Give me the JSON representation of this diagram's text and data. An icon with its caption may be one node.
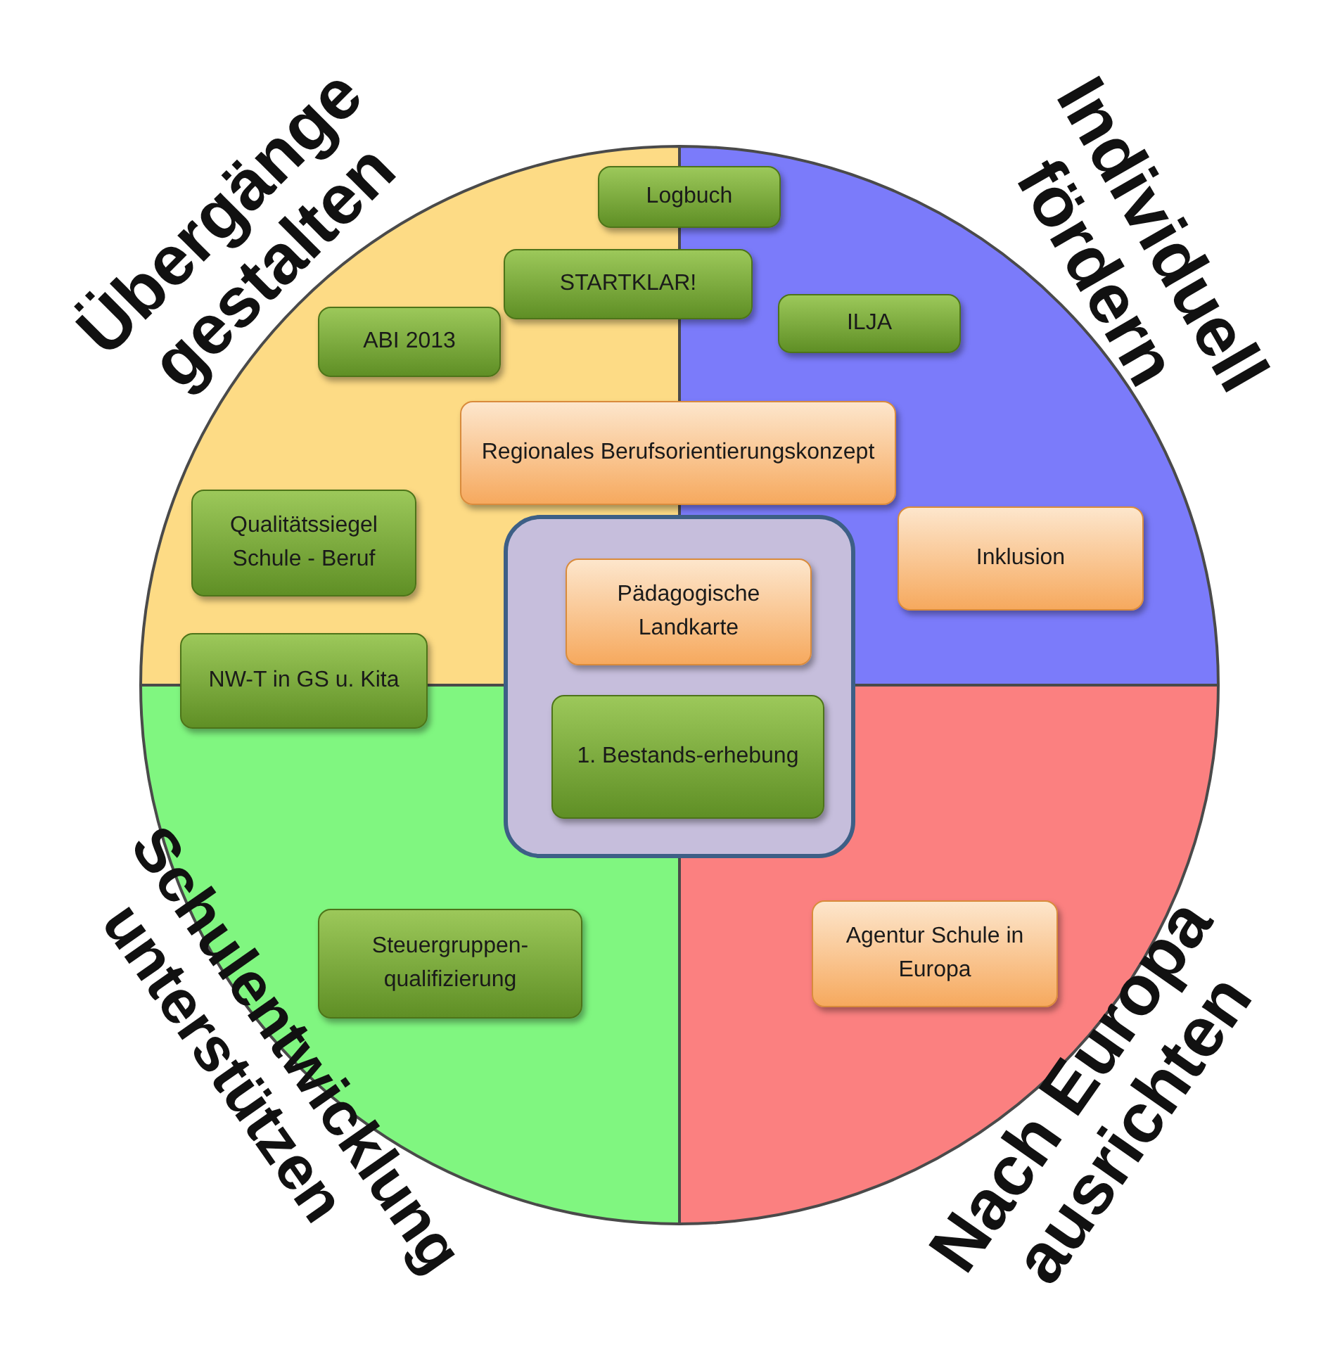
{
  "diagram": {
    "nodes": [
      {
        "text": [
          "Übergänge gestalten"
        ]
      },
      {
        "text": [
          "Individuell fördern"
        ]
      },
      {
        "text": [
          "Schulentwicklung unterstützen"
        ]
      },
      {
        "text": [
          "Nach Europa ausrichten"
        ]
      },
      {
        "text": [
          "Logbuch"
        ]
      },
      {
        "text": [
          "STARTKLAR!"
        ]
      },
      {
        "text": [
          "ABI 2013"
        ],
        "in": 0
      },
      {
        "text": [
          "ILJA"
        ],
        "in": 1
      },
      {
        "text": [
          "Regionales Berufsorientierungskonzept"
        ]
      },
      {
        "text": [
          "Qualitätssiegel Schule - Beruf"
        ],
        "in": 0
      },
      {
        "text": [
          "Inklusion"
        ],
        "in": 1
      },
      {
        "text": [
          "NW-T in GS u. Kita"
        ]
      },
      {
        "text": [],
        "shape": "box"
      },
      {
        "text": [
          "Pädagogische Landkarte"
        ],
        "in": 12
      },
      {
        "text": [
          "1. Bestands-erhebung"
        ],
        "in": 12
      },
      {
        "text": [
          "Steuergruppen-qualifizierung"
        ],
        "in": 2
      },
      {
        "text": [
          "Agentur Schule in Europa"
        ],
        "in": 3
      }
    ],
    "edges": []
  }
}
